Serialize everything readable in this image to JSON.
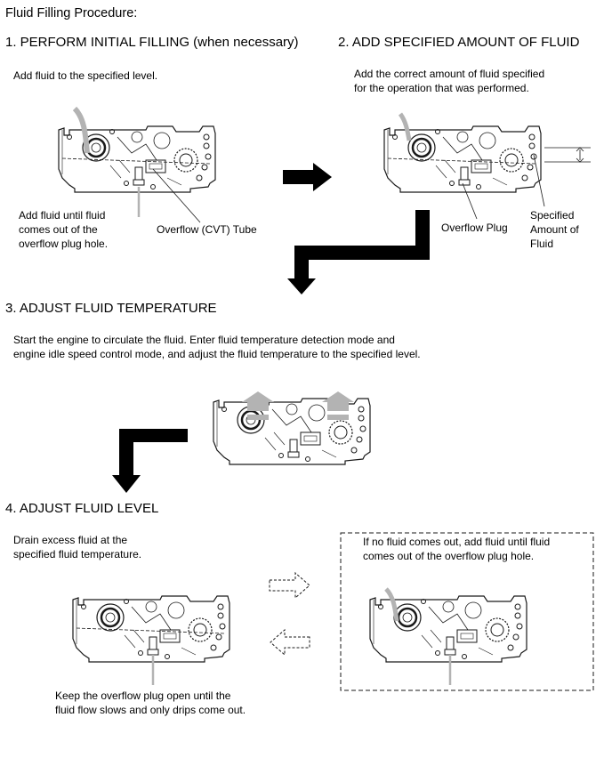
{
  "page_title": "Fluid Filling Procedure:",
  "steps": [
    {
      "heading": "1. PERFORM INITIAL FILLING (when necessary)",
      "description": "Add fluid to the specified level.",
      "callout_left": "Add fluid until fluid\ncomes out of the\noverflow plug hole.",
      "callout_right": "Overflow (CVT) Tube"
    },
    {
      "heading": "2. ADD SPECIFIED AMOUNT OF FLUID",
      "description": "Add the correct amount of fluid specified\nfor the operation that was performed.",
      "callout_left": "Overflow Plug",
      "callout_right": "Specified\nAmount of\nFluid"
    },
    {
      "heading": "3. ADJUST FLUID TEMPERATURE",
      "description": "Start the engine to circulate the fluid. Enter fluid temperature detection mode and\nengine idle speed control mode, and adjust the fluid temperature to the specified level."
    },
    {
      "heading": "4. ADJUST FLUID LEVEL",
      "description": "Drain excess fluid at the\nspecified fluid temperature.",
      "note_box": "If no fluid comes out, add fluid until fluid\ncomes out of the overflow plug hole.",
      "callout_bottom": "Keep the overflow plug open until the\nfluid flow slows and only drips come out."
    }
  ],
  "colors": {
    "fluid": "#a6a6a6",
    "line": "#1a1a1a",
    "arrow": "#000000",
    "heat_arrow": "#b3b3b3"
  }
}
